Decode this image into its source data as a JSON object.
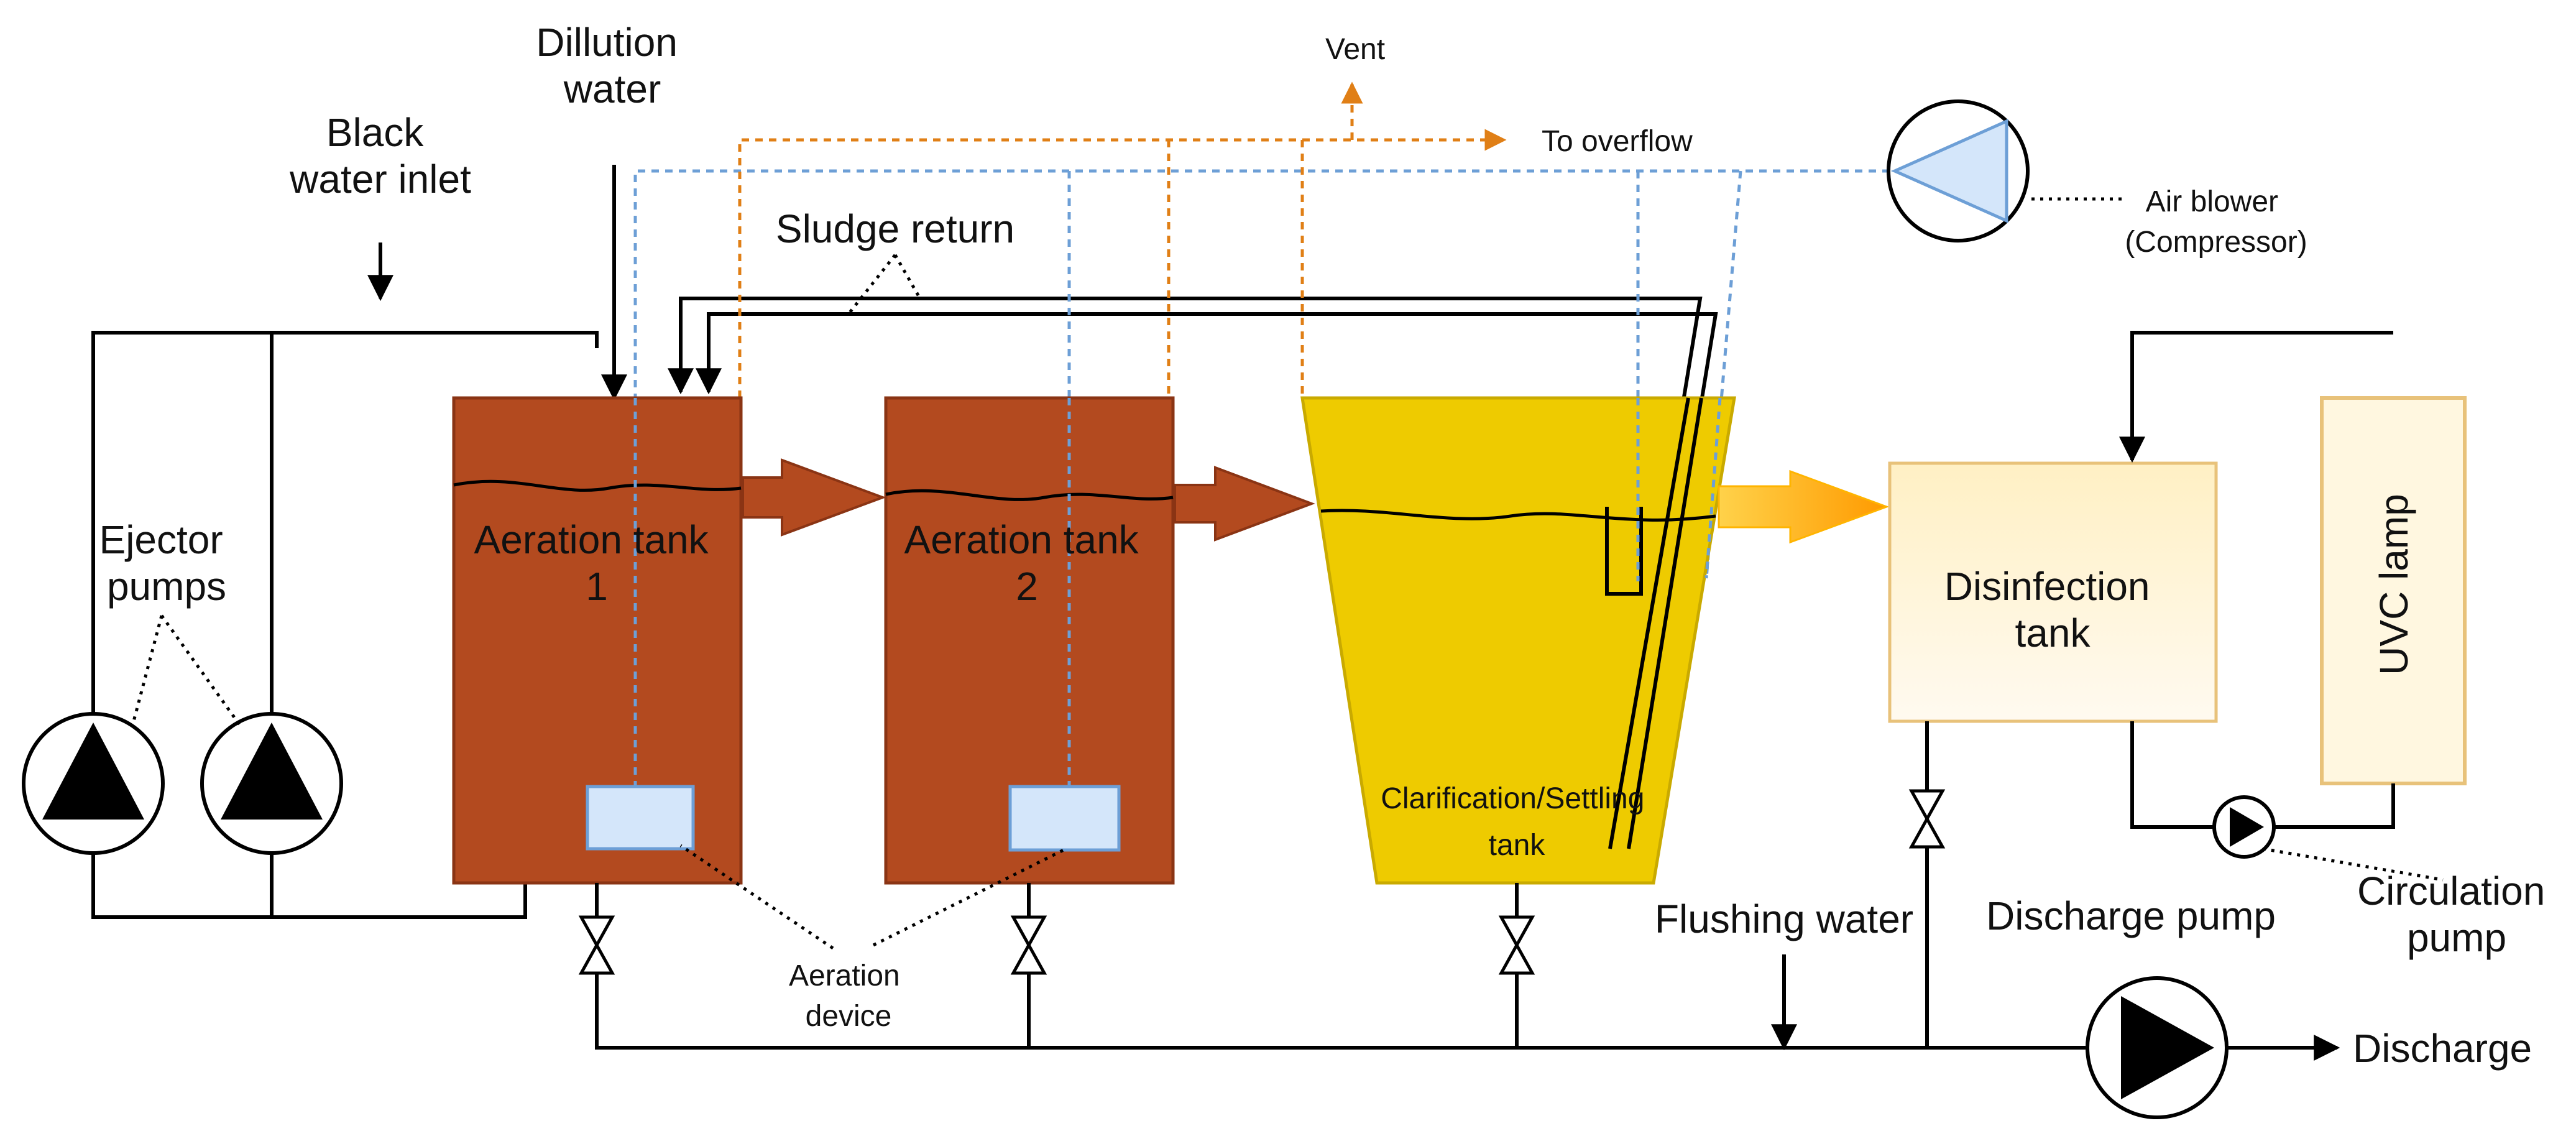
{
  "labels": {
    "black_water_inlet": [
      "Black",
      "water inlet"
    ],
    "dilution_water": [
      "Dillution",
      "water"
    ],
    "vent": "Vent",
    "to_overflow": "To overflow",
    "air_blower": [
      "Air blower",
      "(Compressor)"
    ],
    "sludge_return": "Sludge return",
    "ejector_pumps": [
      "Ejector",
      "pumps"
    ],
    "aeration_tank_1": [
      "Aeration tank",
      "1"
    ],
    "aeration_tank_2": [
      "Aeration tank",
      "2"
    ],
    "clarification_tank": [
      "Clarification/Settling",
      "tank"
    ],
    "disinfection_tank": [
      "Disinfection",
      "tank"
    ],
    "uvc_lamp": "UVC lamp",
    "aeration_device": [
      "Aeration",
      "device"
    ],
    "flushing_water": "Flushing water",
    "discharge_pump": "Discharge pump",
    "circulation_pump": [
      "Circulation",
      "pump"
    ],
    "discharge": "Discharge"
  },
  "colors": {
    "aeration_tank_fill": "#b34a1f",
    "aeration_tank_stroke": "#8a3414",
    "clarifier_fill": "#eecb00",
    "clarifier_stroke": "#c9aa00",
    "disinfection_fill": "#fff4d6",
    "disinfection_stroke": "#e8c27a",
    "uvc_fill": "#fff7e0",
    "aeration_device_fill": "#d4e6fa",
    "aeration_device_stroke": "#6d9fd6",
    "air_line": "#6d9fd6",
    "vent_line": "#e07f16",
    "orange_arrow": "#ffa500",
    "pipe": "#000000"
  }
}
